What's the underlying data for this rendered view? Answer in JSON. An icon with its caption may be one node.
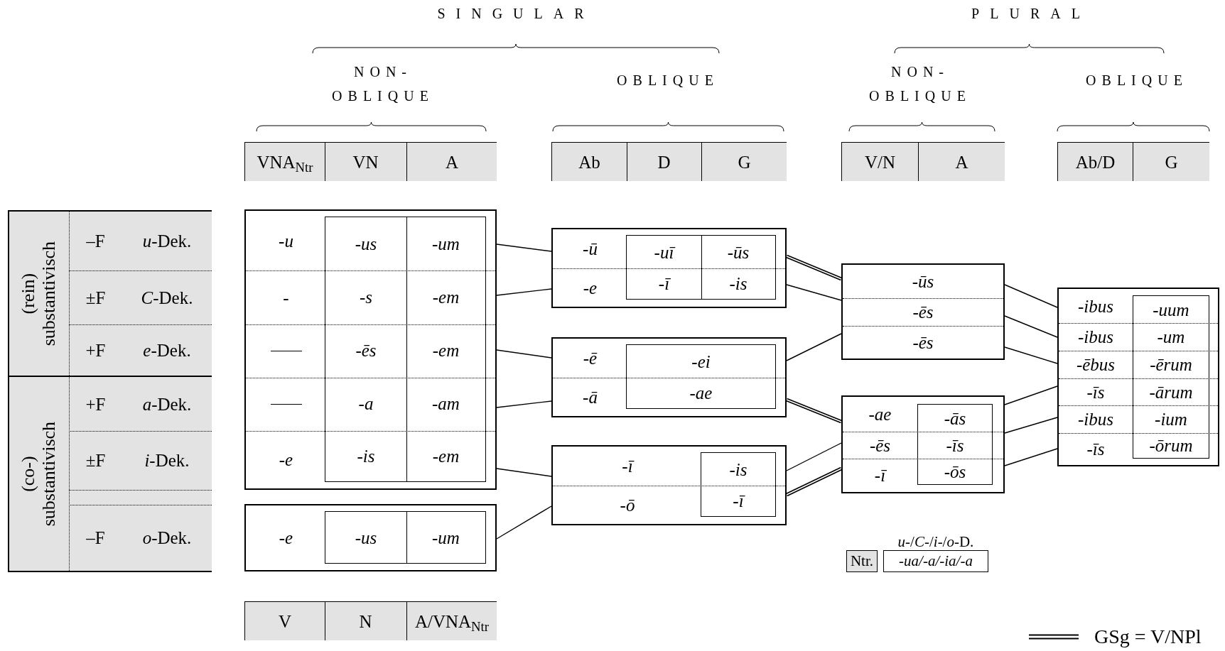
{
  "diagram": {
    "nodes": [
      {
        "text": [
          "VNA$_{Ntr}$",
          "VN",
          "A"
        ]
      },
      {
        "text": [
          "Ab",
          "D",
          "G"
        ]
      },
      {
        "text": [
          "V/N",
          "A"
        ]
      },
      {
        "text": [
          "Ab/D",
          "G"
        ]
      },
      {
        "text": [
          "(rein) substantivisch",
          "–F",
          "*u*-Dek.",
          "±F",
          "*C*-Dek.",
          "+F",
          "*e*-Dek."
        ]
      },
      {
        "text": [
          "(co-) substantivisch",
          "+F",
          "*a*-Dek.",
          "±F",
          "*i*-Dek.",
          "–F",
          "*o*-Dek."
        ]
      },
      {
        "text": [
          "-u",
          "-",
          "-e"
        ]
      },
      {
        "text": [
          "-us",
          "-um",
          "-s",
          "-em",
          "-ēs",
          "-em",
          "-a",
          "-am",
          "-is",
          "-em"
        ],
        "in": 6
      },
      {
        "text": [
          "-e"
        ]
      },
      {
        "text": [
          "-us",
          "-um"
        ],
        "in": 8
      },
      {
        "text": [
          "-ū",
          "-e"
        ]
      },
      {
        "text": [
          "-uī",
          "-ūs",
          "-ī",
          "-is"
        ],
        "in": 10
      },
      {
        "text": [
          "-ē",
          "-ā"
        ]
      },
      {
        "text": [
          "-ei",
          "-ae"
        ],
        "in": 12
      },
      {
        "text": [
          "-ī",
          "-ō"
        ]
      },
      {
        "text": [
          "-is",
          "-ī"
        ],
        "in": 14
      },
      {
        "text": [
          "-ūs",
          "-ēs",
          "-ēs"
        ]
      },
      {
        "text": [
          "-ae",
          "-ēs",
          "-ī"
        ]
      },
      {
        "text": [
          "-ās",
          "-īs",
          "-ōs"
        ],
        "in": 17
      },
      {
        "text": [
          "-ibus",
          "-ibus",
          "-ēbus",
          "-īs",
          "-ibus",
          "-īs"
        ]
      },
      {
        "text": [
          "-uum",
          "-um",
          "-ērum",
          "-ārum",
          "-ium",
          "-ōrum"
        ],
        "in": 19
      },
      {
        "text": [
          "Ntr."
        ]
      },
      {
        "text": [
          "*u*-/*C*-/*i*-/*o*-D.",
          "-ua/-a/-ia/-a"
        ]
      },
      {
        "text": [
          "V",
          "N",
          "A/VNA$_{Ntr}$"
        ]
      }
    ],
    "edges": [
      {
        "from": 6,
        "to": 10,
        "arrow": "none"
      },
      {
        "from": 6,
        "to": 10,
        "arrow": "none"
      },
      {
        "from": 6,
        "to": 12,
        "arrow": "none"
      },
      {
        "from": 6,
        "to": 12,
        "arrow": "none"
      },
      {
        "from": 6,
        "to": 14,
        "arrow": "none"
      },
      {
        "from": 8,
        "to": 14,
        "arrow": "none"
      },
      {
        "from": 10,
        "to": 16,
        "arrow": "none",
        "style": "thick"
      },
      {
        "from": 10,
        "to": 16,
        "arrow": "none"
      },
      {
        "from": 12,
        "to": 16,
        "arrow": "none"
      },
      {
        "from": 12,
        "to": 17,
        "arrow": "none",
        "style": "thick"
      },
      {
        "from": 14,
        "to": 17,
        "arrow": "none"
      },
      {
        "from": 14,
        "to": 17,
        "arrow": "none",
        "style": "thick"
      },
      {
        "from": 16,
        "to": 19,
        "arrow": "none"
      },
      {
        "from": 16,
        "to": 19,
        "arrow": "none"
      },
      {
        "from": 16,
        "to": 19,
        "arrow": "none"
      },
      {
        "from": 17,
        "to": 19,
        "arrow": "none"
      },
      {
        "from": 17,
        "to": 19,
        "arrow": "none"
      },
      {
        "from": 17,
        "to": 19,
        "arrow": "none"
      }
    ],
    "labels": [
      "SINGULAR",
      "PLURAL",
      "NON- OBLIQUE",
      "OBLIQUE",
      "NON- OBLIQUE",
      "OBLIQUE"
    ],
    "legend": [
      {
        "text": "GSg = V/NPl"
      }
    ]
  }
}
